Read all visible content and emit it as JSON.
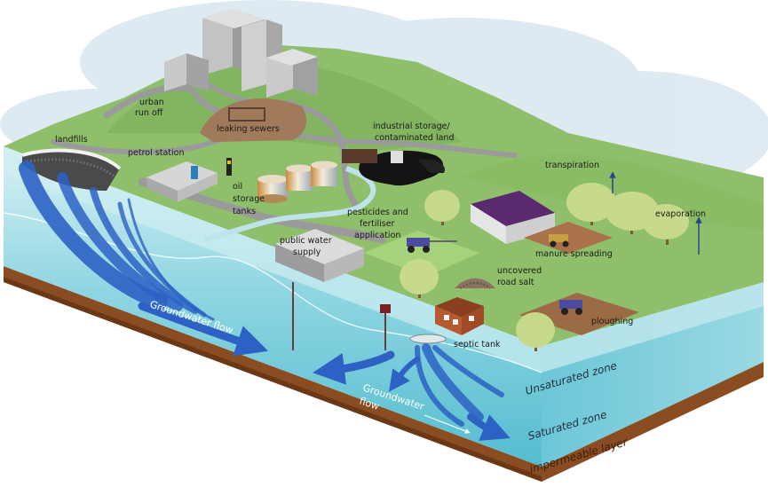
{
  "labels": {
    "urban_run_off_1": "urban",
    "urban_run_off_2": "run off",
    "leaking_sewers": "leaking sewers",
    "landfills": "landfills",
    "petrol_station": "petrol station",
    "oil_storage_1": "oil",
    "oil_storage_2": "storage",
    "oil_storage_3": "tanks",
    "industrial_1": "industrial storage/",
    "industrial_2": "contaminated land",
    "transpiration": "transpiration",
    "evaporation": "evaporation",
    "pesticides_1": "pesticides and",
    "pesticides_2": "fertiliser",
    "pesticides_3": "application",
    "public_water_1": "public water",
    "public_water_2": "supply",
    "manure_spreading": "manure spreading",
    "road_salt_1": "uncovered",
    "road_salt_2": "road salt",
    "ploughing": "ploughing",
    "septic_tank": "septic tank"
  },
  "zones": {
    "unsaturated": "Unsaturated zone",
    "saturated": "Saturated zone",
    "impermeable": "impermeable layer"
  },
  "flows": {
    "groundwater_flow_main": "Groundwater flow",
    "groundwater_flow_lower_1": "Groundwater",
    "groundwater_flow_lower_2": "flow"
  },
  "colors": {
    "grass": "#8fbf6a",
    "grass_dark": "#7aab57",
    "water_light": "#bfe6ec",
    "water": "#7fd0df",
    "water_deep": "#4fb7cc",
    "soil": "#8a4d22",
    "arrow_blue": "#2d62c4",
    "road": "#9a9a9a",
    "building_grey": "#b9b9b9",
    "barn_purple": "#5b2a6e",
    "pollution_black": "#141414"
  }
}
